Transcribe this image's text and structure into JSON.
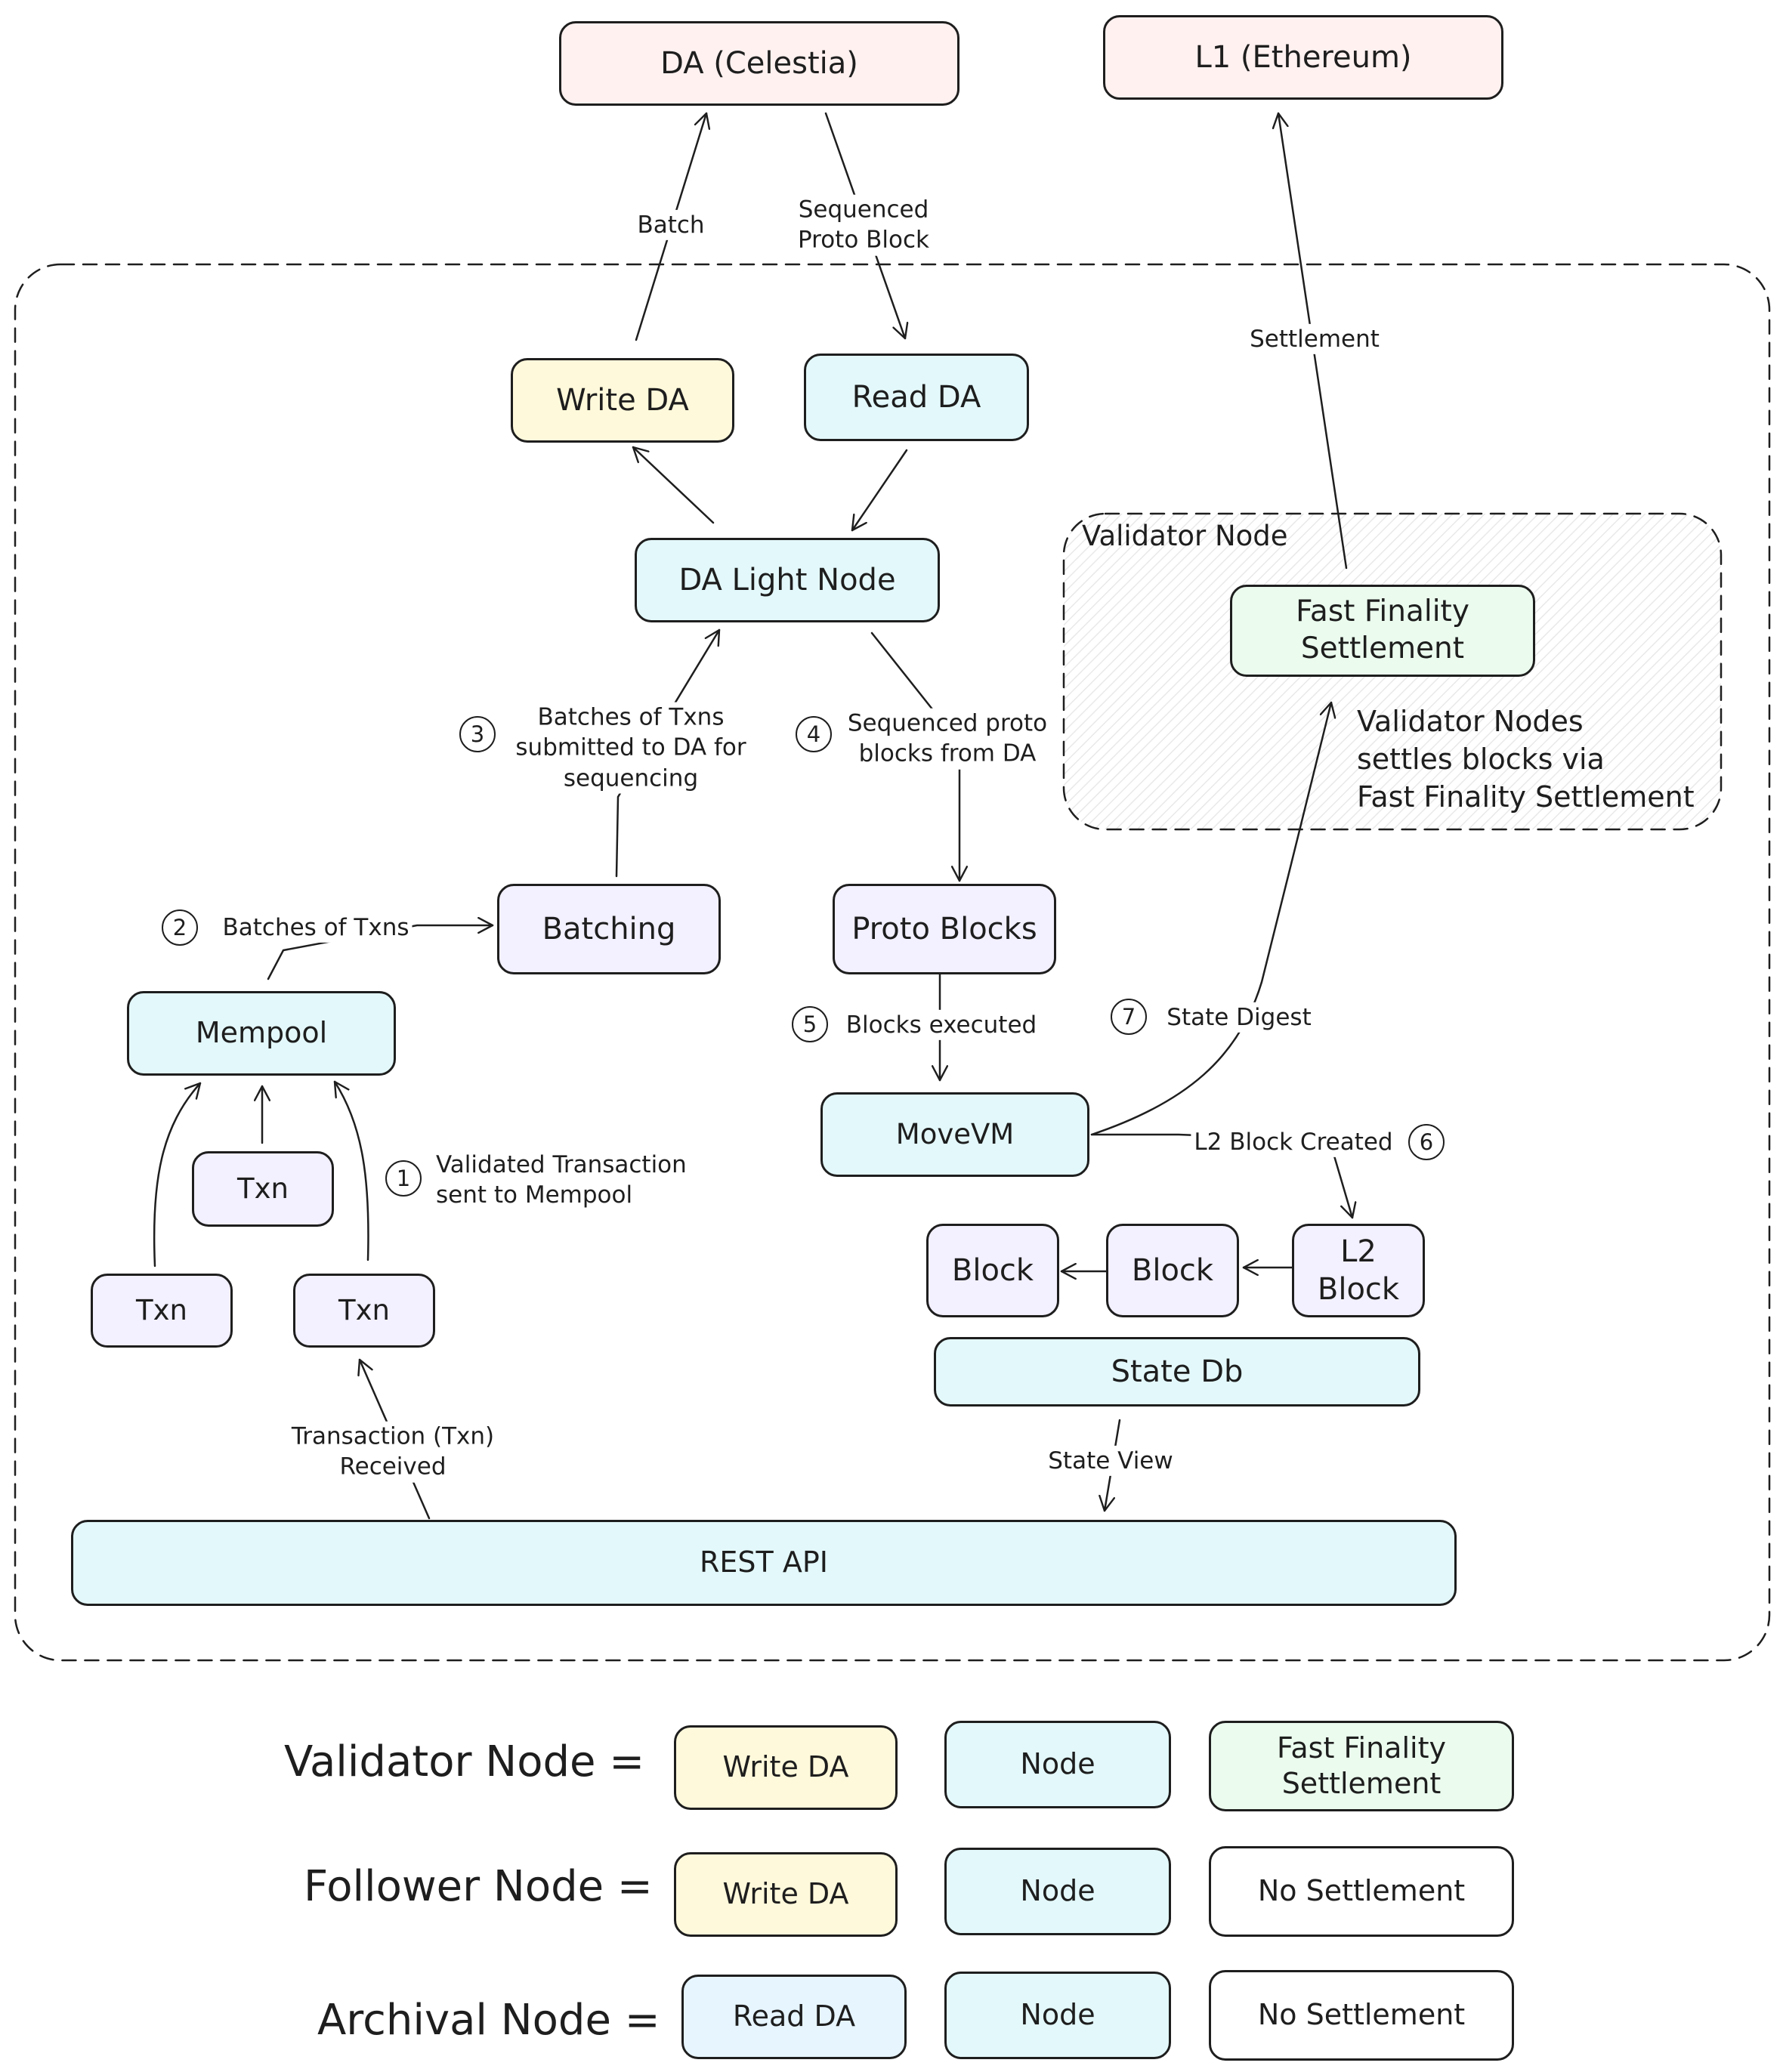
{
  "nodes": {
    "da_celestia": "DA (Celestia)",
    "l1_ethereum": "L1 (Ethereum)",
    "write_da": "Write DA",
    "read_da": "Read DA",
    "da_light_node": "DA Light Node",
    "batching": "Batching",
    "proto_blocks": "Proto Blocks",
    "mempool": "Mempool",
    "movevm": "MoveVM",
    "txn_top": "Txn",
    "txn_left": "Txn",
    "txn_right": "Txn",
    "block_1": "Block",
    "block_2": "Block",
    "l2_block": "L2\nBlock",
    "state_db": "State Db",
    "rest_api": "REST API",
    "fast_finality": "Fast Finality\nSettlement"
  },
  "regions": {
    "validator_node_label": "Validator Node",
    "validator_note": "Validator Nodes\nsettles blocks via\nFast Finality Settlement"
  },
  "edge_labels": {
    "batch": "Batch",
    "sequenced_proto_block": "Sequenced\nProto Block",
    "settlement": "Settlement",
    "batches_submitted": "Batches of Txns\nsubmitted to DA for\nsequencing",
    "sequenced_proto_blocks": "Sequenced proto\nblocks from DA",
    "batches_of_txns": "Batches of Txns",
    "blocks_executed": "Blocks executed",
    "state_digest": "State Digest",
    "l2_block_created": "L2 Block Created",
    "validated_transaction": "Validated Transaction\nsent to Mempool",
    "transaction_received": "Transaction (Txn)\nReceived",
    "state_view": "State View"
  },
  "steps": [
    "1",
    "2",
    "3",
    "4",
    "5",
    "6",
    "7"
  ],
  "legend": {
    "rows": [
      {
        "title": "Validator Node =",
        "da": "Write DA",
        "node": "Node",
        "settlement": "Fast Finality\nSettlement"
      },
      {
        "title": "Follower Node =",
        "da": "Write DA",
        "node": "Node",
        "settlement": "No Settlement"
      },
      {
        "title": "Archival Node =",
        "da": "Read DA",
        "node": "Node",
        "settlement": "No Settlement"
      }
    ]
  },
  "colors": {
    "pink": "#fff1f0",
    "yellow": "#fff9db",
    "cyan": "#e3f8fa",
    "purple": "#f3f0ff",
    "green": "#ebfbee",
    "blue": "#e7f5ff",
    "stroke": "#1e1e1e"
  }
}
